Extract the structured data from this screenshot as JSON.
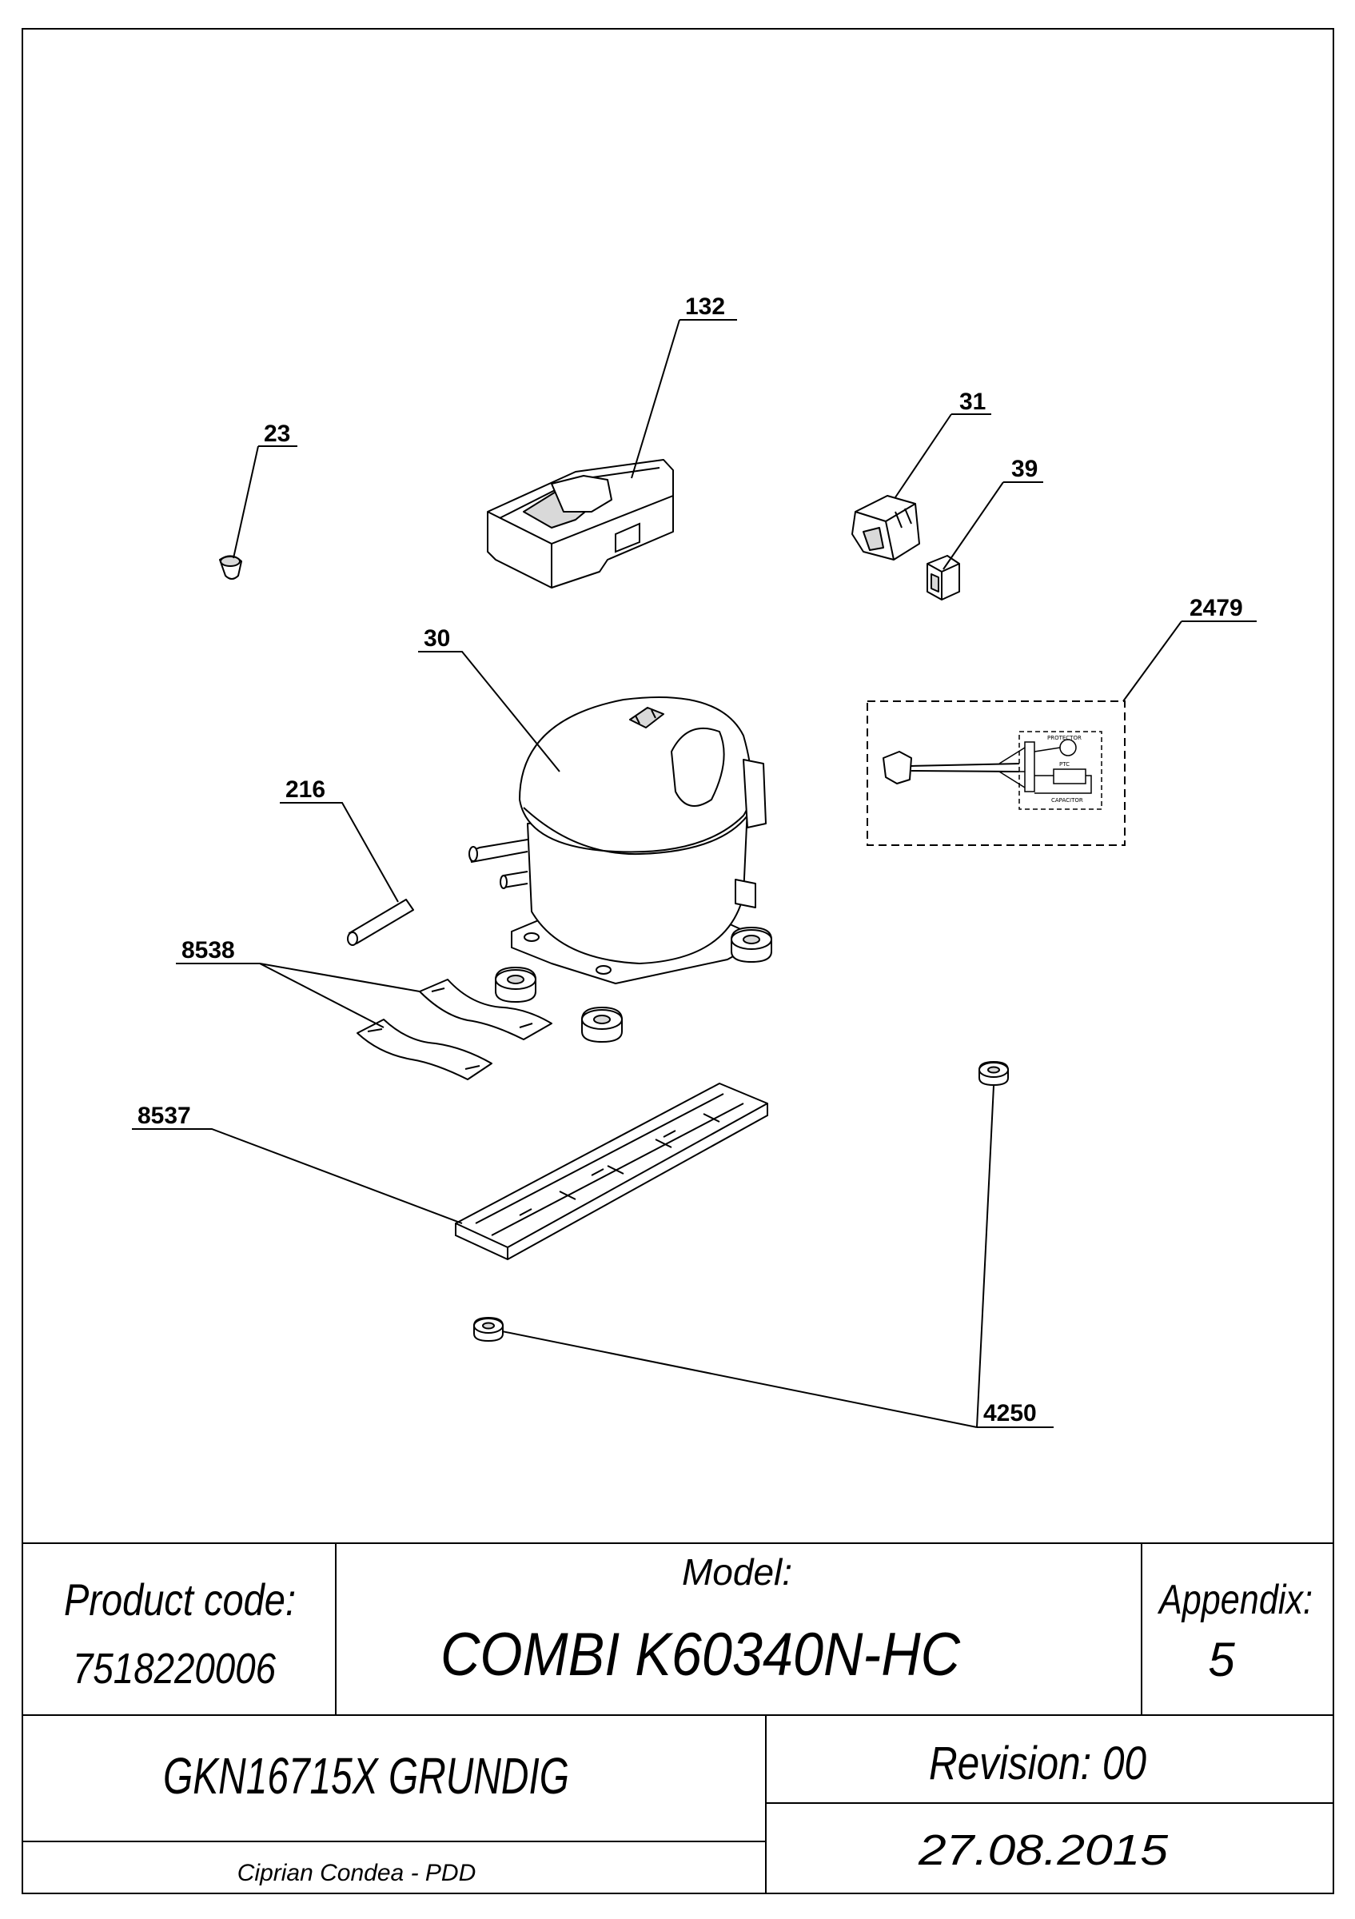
{
  "callouts": {
    "c132": "132",
    "c31": "31",
    "c39": "39",
    "c23": "23",
    "c2479": "2479",
    "c30": "30",
    "c216": "216",
    "c8538": "8538",
    "c8537": "8537",
    "c4250": "4250"
  },
  "wiring_box": {
    "protector": "PROTECTOR",
    "ptc": "PTC",
    "capacitor": "CAPACITOR"
  },
  "title_block": {
    "product_code_label": "Product code:",
    "product_code_value": "7518220006",
    "model_label": "Model:",
    "model_value": "COMBI K60340N-HC",
    "appendix_label": "Appendix:",
    "appendix_value": "5",
    "product_name": "GKN16715X GRUNDIG",
    "revision": "Revision: 00",
    "author": "Ciprian Condea - PDD",
    "date": "27.08.2015"
  }
}
